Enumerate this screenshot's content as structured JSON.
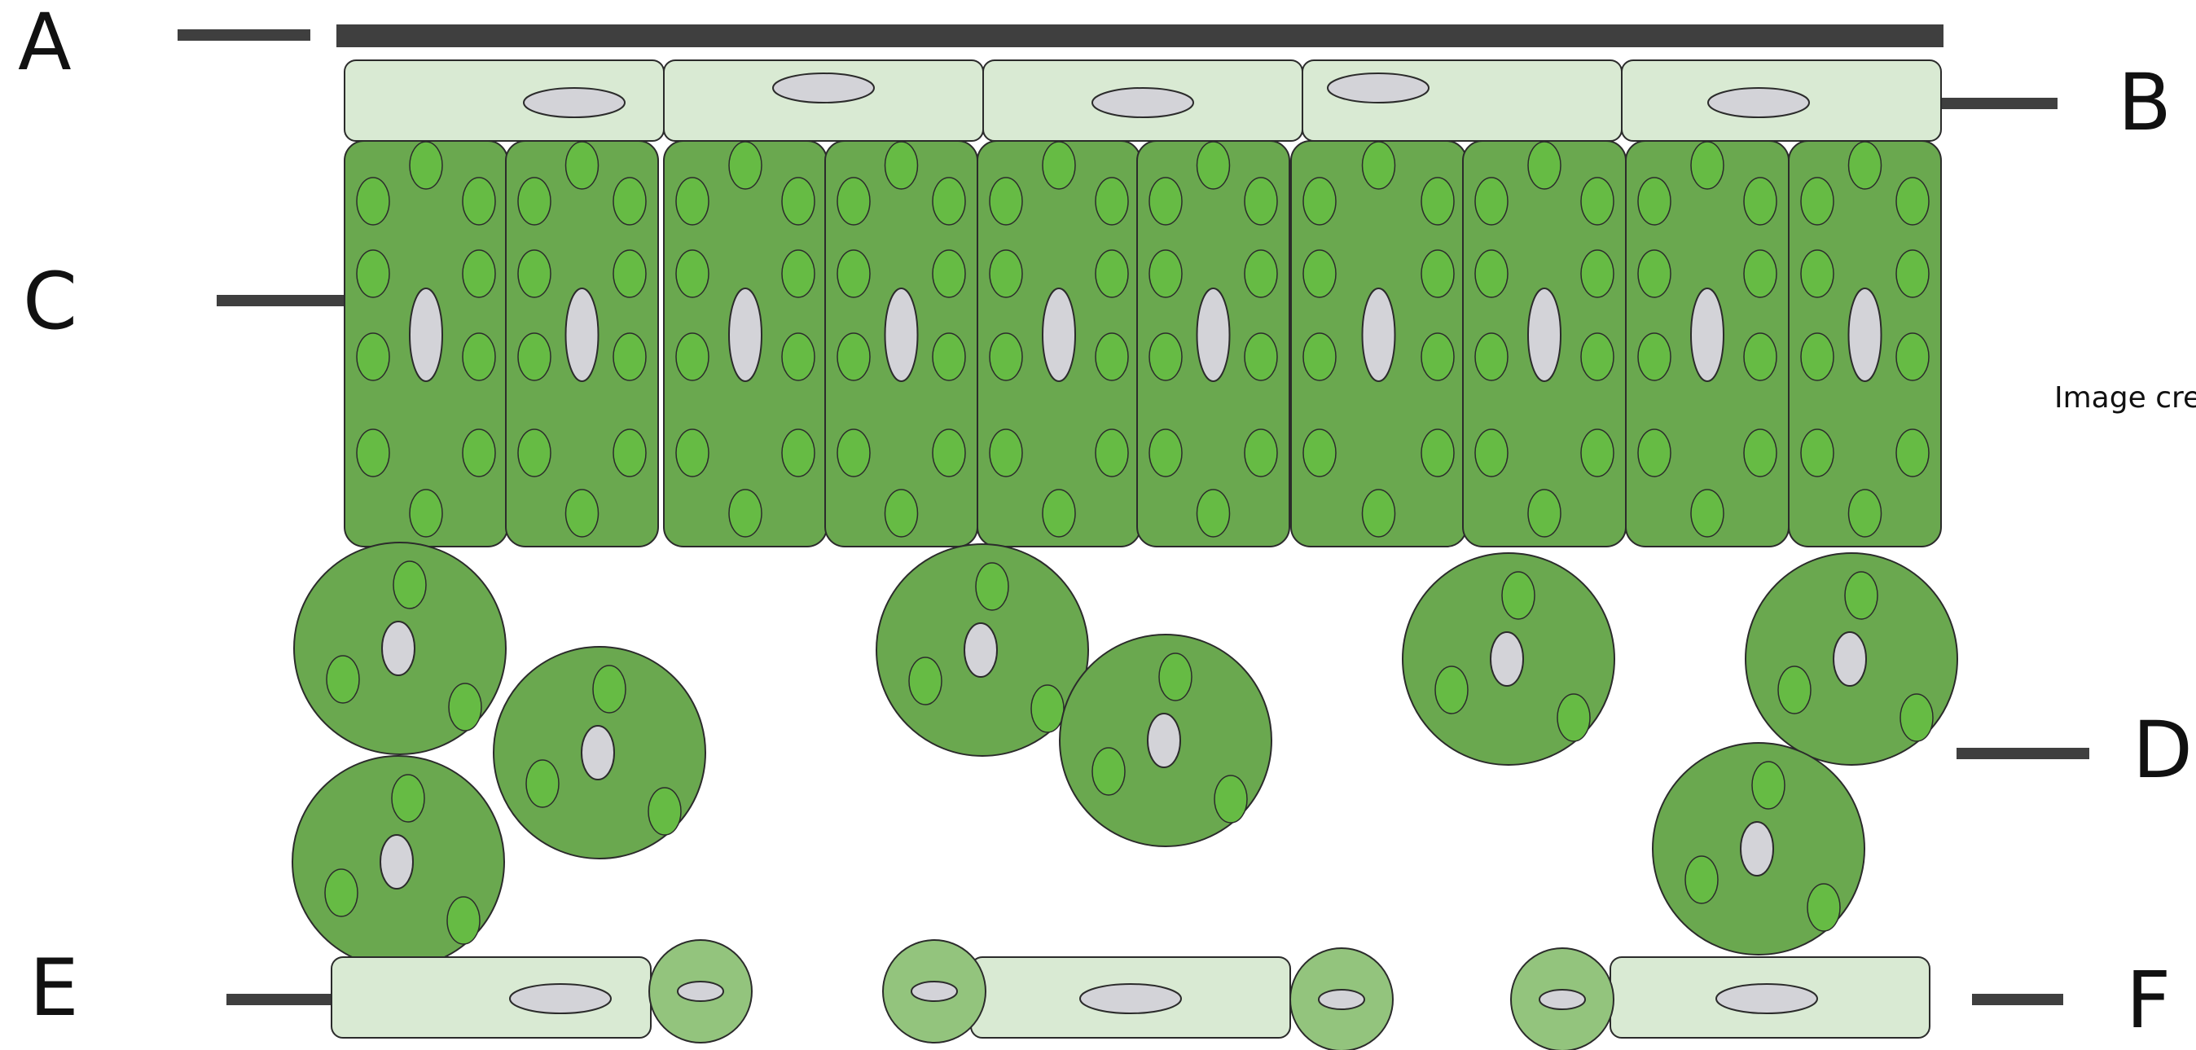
{
  "labels": {
    "a": "A",
    "b": "B",
    "c": "C",
    "d": "D",
    "e": "E",
    "f": "F"
  },
  "credit": "Image cre",
  "colors": {
    "cuticle": "#3f3f3f",
    "epidermis": "#d9ead3",
    "mesophyll": "#6aa84f",
    "chloroplast": "#66bb44",
    "guard_cell": "#93c47d",
    "nucleus": "#d3d3d8",
    "outline": "#2b2b2b"
  }
}
